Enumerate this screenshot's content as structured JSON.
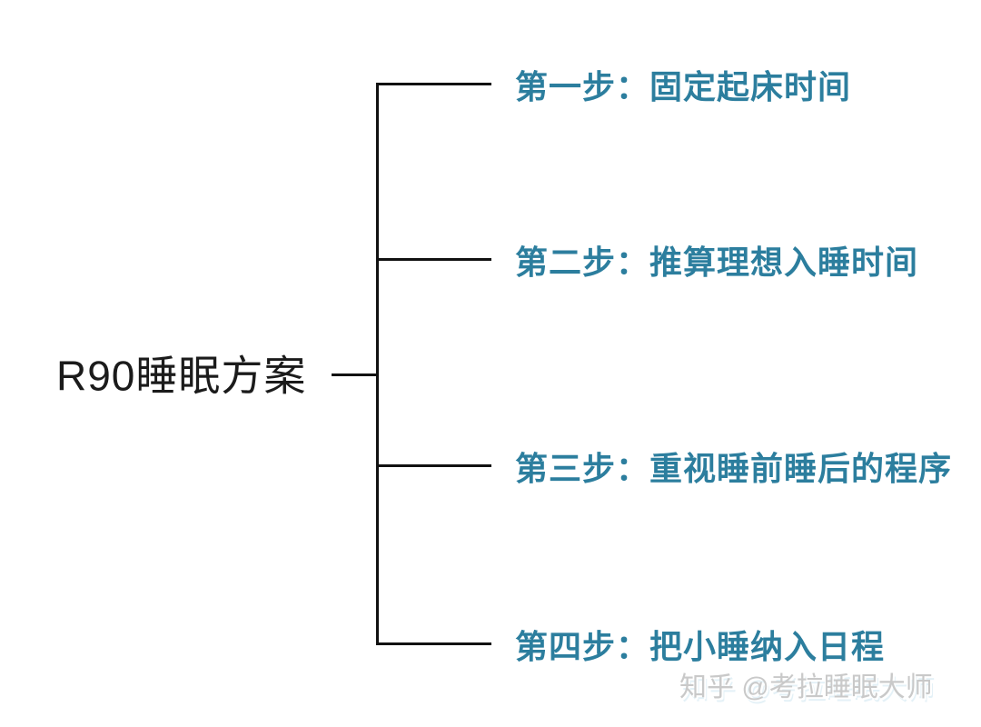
{
  "diagram": {
    "root_label": "R90睡眠方案",
    "branches": [
      {
        "label": "第一步：固定起床时间"
      },
      {
        "label": "第二步：推算理想入睡时间"
      },
      {
        "label": "第三步：重视睡前睡后的程序"
      },
      {
        "label": "第四步：把小睡纳入日程"
      }
    ],
    "colors": {
      "branch_text": "#2C7E9E",
      "root_text": "#1B1B1B",
      "line": "#111111",
      "background": "#FFFFFF",
      "watermark_text": "#C9C9C9"
    }
  },
  "watermark": {
    "label": "知乎 @考拉睡眠大师"
  }
}
